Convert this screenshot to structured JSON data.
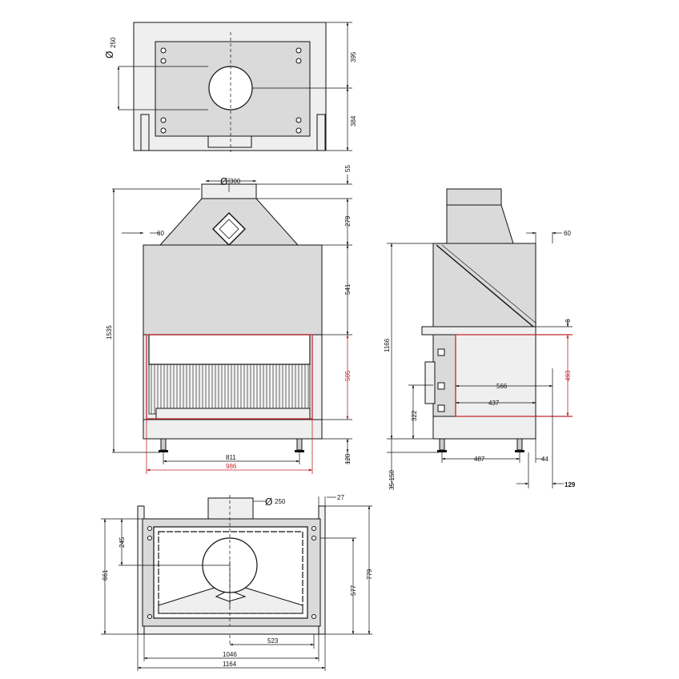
{
  "top_view": {
    "dims": {
      "phi_symbol": "Ø",
      "dia": "250",
      "v1": "395",
      "v2": "384"
    }
  },
  "front_view": {
    "dims": {
      "phi_symbol": "Ø",
      "flue": "300",
      "top": "55",
      "hood": "279",
      "body": "541",
      "opening": "505",
      "legs": "120",
      "total_height": "1535",
      "side": "60",
      "inner_width": "811",
      "opening_width": "986"
    }
  },
  "side_view": {
    "dims": {
      "side": "60",
      "small": "6",
      "total_height": "1166",
      "opening": "493",
      "depth1": "566",
      "depth2": "437",
      "height_small": "322",
      "leg_range": "35-150",
      "leg_depth": "487",
      "leg_off": "44",
      "offset": "129"
    }
  },
  "plan_view": {
    "dims": {
      "phi_symbol": "Ø",
      "dia": "250",
      "edge": "27",
      "v1": "245",
      "v2": "661",
      "v3": "577",
      "v4": "779",
      "centre": "523",
      "w1": "1046",
      "w2": "1164"
    }
  },
  "colors": {
    "line": "#111111",
    "red": "#c0282d",
    "body_fill": "#dadada"
  }
}
